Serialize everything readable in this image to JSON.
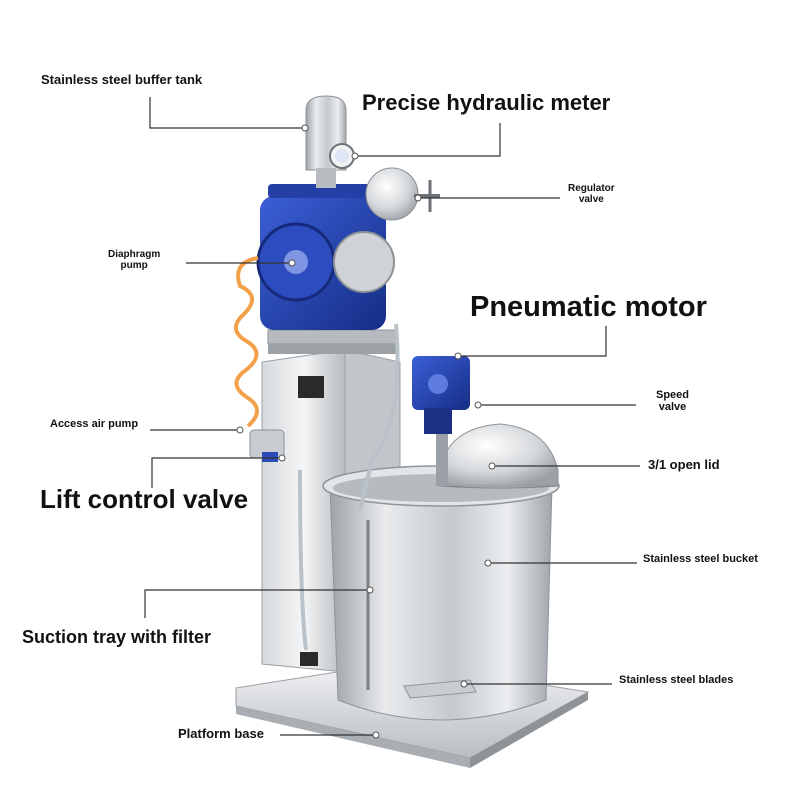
{
  "labels": {
    "buffer_tank": "Stainless steel buffer tank",
    "hydraulic_meter": "Precise hydraulic meter",
    "regulator_line1": "Regulator",
    "regulator_line2": "valve",
    "diaphragm_line1": "Diaphragm",
    "diaphragm_line2": "pump",
    "pneumatic_motor": "Pneumatic motor",
    "speed_line1": "Speed",
    "speed_line2": "valve",
    "access_air_pump": "Access air pump",
    "open_lid": "3/1 open lid",
    "lift_control_valve": "Lift control valve",
    "stainless_bucket": "Stainless steel bucket",
    "suction_tray": "Suction tray with filter",
    "stainless_blades": "Stainless steel blades",
    "platform_base": "Platform base"
  },
  "colors": {
    "steel_light": "#eef0f2",
    "steel_mid": "#c4c8cc",
    "steel_dark": "#8d9296",
    "pump_blue": "#1f3fae",
    "hose_orange": "#f2a04a",
    "leader_line": "#333333"
  }
}
